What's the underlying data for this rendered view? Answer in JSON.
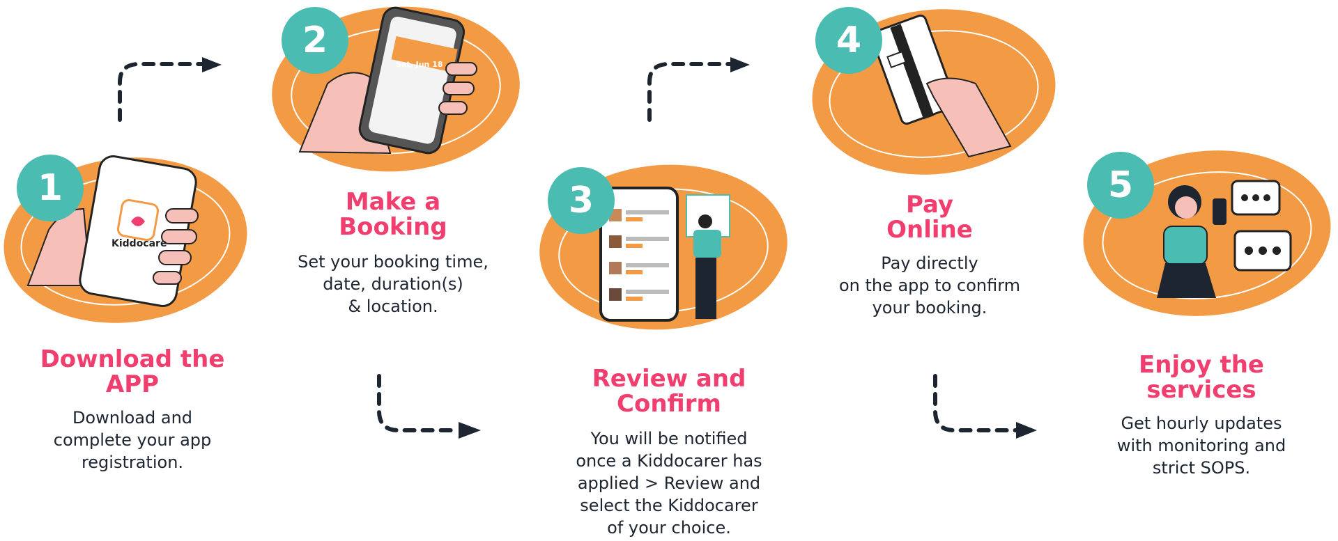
{
  "colors": {
    "orange": "#f39a45",
    "teal": "#4bbcb2",
    "pink": "#f03e6f",
    "text": "#1c2530"
  },
  "app_brand": "Kiddocare",
  "phone_date": "Sat, Jun 18",
  "steps": [
    {
      "number": "1",
      "title_1": "Download the",
      "title_2": "APP",
      "desc_1": "Download and",
      "desc_2": "complete your app",
      "desc_3": "registration.",
      "icon": "phone-in-hand-icon"
    },
    {
      "number": "2",
      "title_1": "Make a",
      "title_2": "Booking",
      "desc_1": "Set your booking time,",
      "desc_2": "date, duration(s)",
      "desc_3": "& location.",
      "icon": "calendar-phone-icon"
    },
    {
      "number": "3",
      "title_1": "Review and",
      "title_2": "Confirm",
      "desc_1": "You will be notified",
      "desc_2": "once a Kiddocarer has",
      "desc_3": "applied > Review and",
      "desc_4": "select the Kiddocarer",
      "desc_5": "of your choice.",
      "icon": "review-list-icon"
    },
    {
      "number": "4",
      "title_1": "Pay",
      "title_2": "Online",
      "desc_1": "Pay directly",
      "desc_2": "on the app to confirm",
      "desc_3": "your booking.",
      "icon": "credit-card-icon"
    },
    {
      "number": "5",
      "title_1": "Enjoy the",
      "title_2": "services",
      "desc_1": "Get hourly updates",
      "desc_2": "with monitoring and",
      "desc_3": "strict SOPS.",
      "icon": "chat-bubbles-icon"
    }
  ]
}
